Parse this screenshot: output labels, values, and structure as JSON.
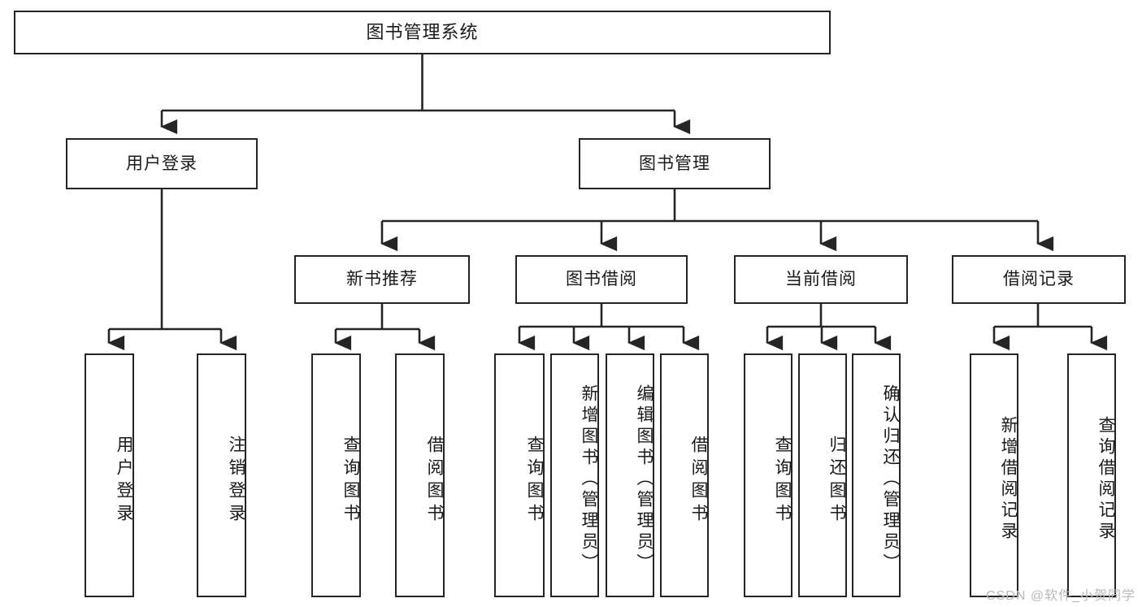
{
  "diagram": {
    "type": "hierarchy-tree",
    "title": "图书管理系统",
    "watermark": "CSDN @软件_小贺同学",
    "colors": {
      "box_border": "#252525",
      "box_fill": "#ffffff",
      "connector": "#252525",
      "text": "#1a1a1a",
      "watermark": "#b9b9b9"
    },
    "root": {
      "label": "图书管理系统"
    },
    "level2": [
      {
        "label": "用户登录"
      },
      {
        "label": "图书管理"
      }
    ],
    "level3": [
      {
        "label": "新书推荐"
      },
      {
        "label": "图书借阅"
      },
      {
        "label": "当前借阅"
      },
      {
        "label": "借阅记录"
      }
    ],
    "leaves": {
      "user_login": [
        {
          "label": "用户登录"
        },
        {
          "label": "注销登录"
        }
      ],
      "new_book": [
        {
          "label": "查询图书"
        },
        {
          "label": "借阅图书"
        }
      ],
      "book_borrow": [
        {
          "label": "查询图书"
        },
        {
          "label": "新增图书（管理员）"
        },
        {
          "label": "编辑图书（管理员）"
        },
        {
          "label": "借阅图书"
        }
      ],
      "current_borrow": [
        {
          "label": "查询图书"
        },
        {
          "label": "归还图书"
        },
        {
          "label": "确认归还（管理员）"
        }
      ],
      "borrow_record": [
        {
          "label": "新增借阅记录"
        },
        {
          "label": "查询借阅记录"
        }
      ]
    }
  }
}
